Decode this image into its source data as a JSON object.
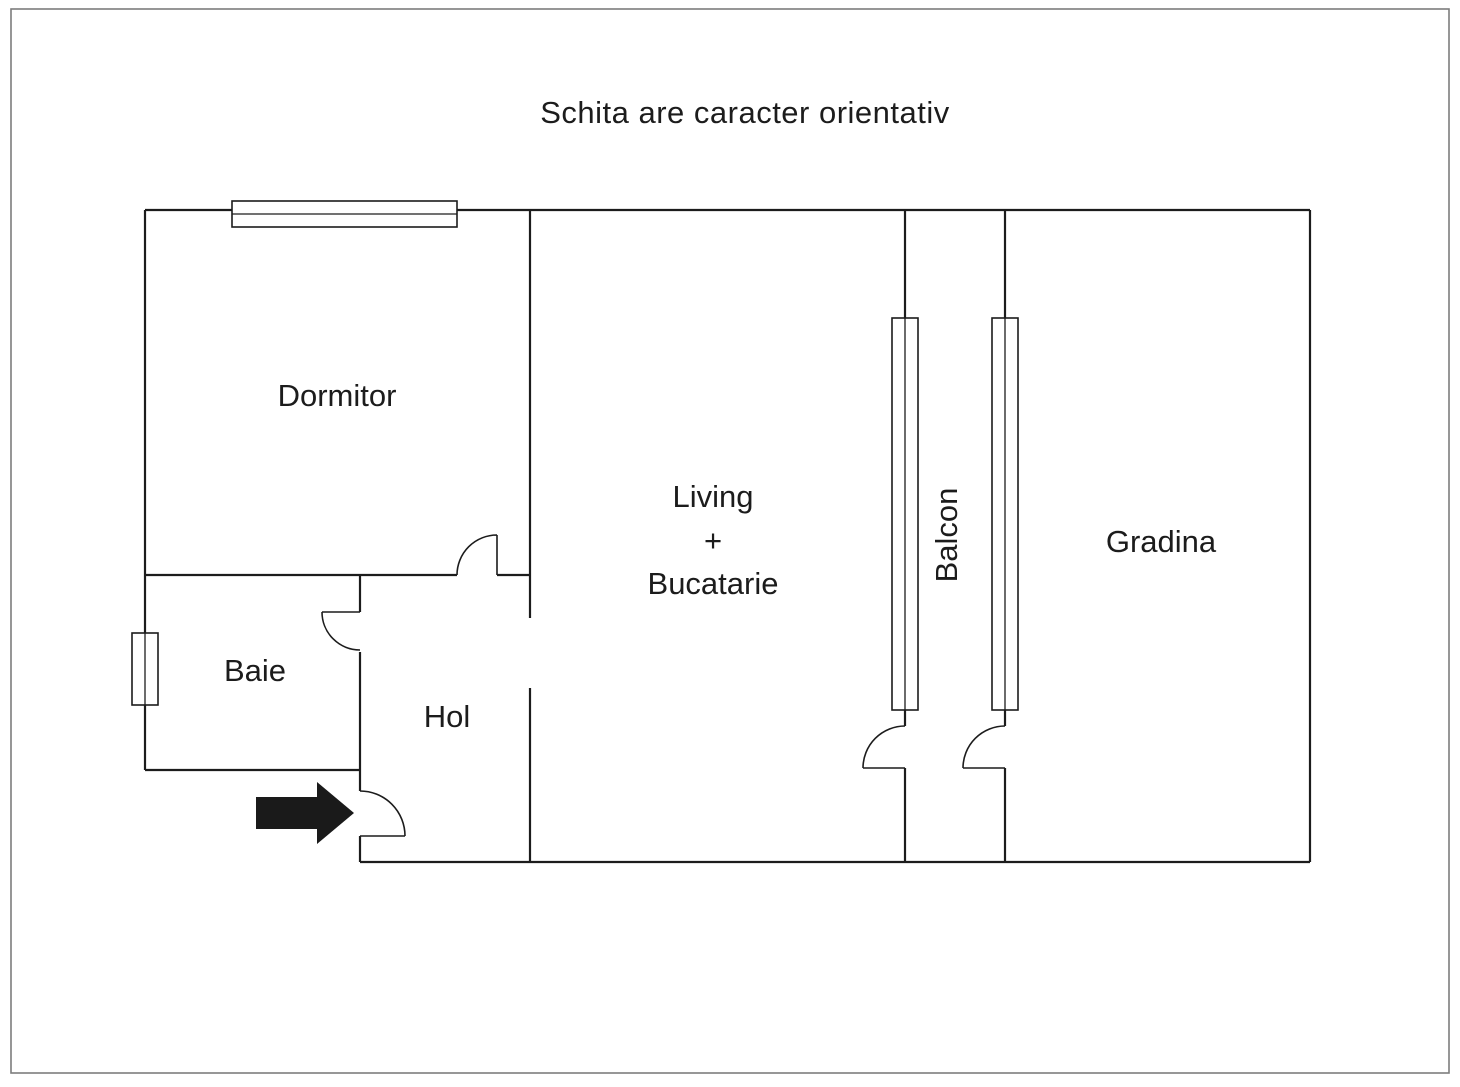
{
  "page": {
    "title": "Schita are caracter orientativ"
  },
  "rooms": {
    "dormitor": "Dormitor",
    "baie": "Baie",
    "hol": "Hol",
    "living_line1": "Living",
    "living_line2": "+",
    "living_line3": "Bucatarie",
    "balcon": "Balcon",
    "gradina": "Gradina"
  },
  "icons": {
    "entrance_arrow": "filled-right-arrow"
  },
  "colors": {
    "wall": "#1c1c1c",
    "arrow": "#1a1a1a",
    "background": "#ffffff",
    "frame": "#7d7d7d"
  }
}
